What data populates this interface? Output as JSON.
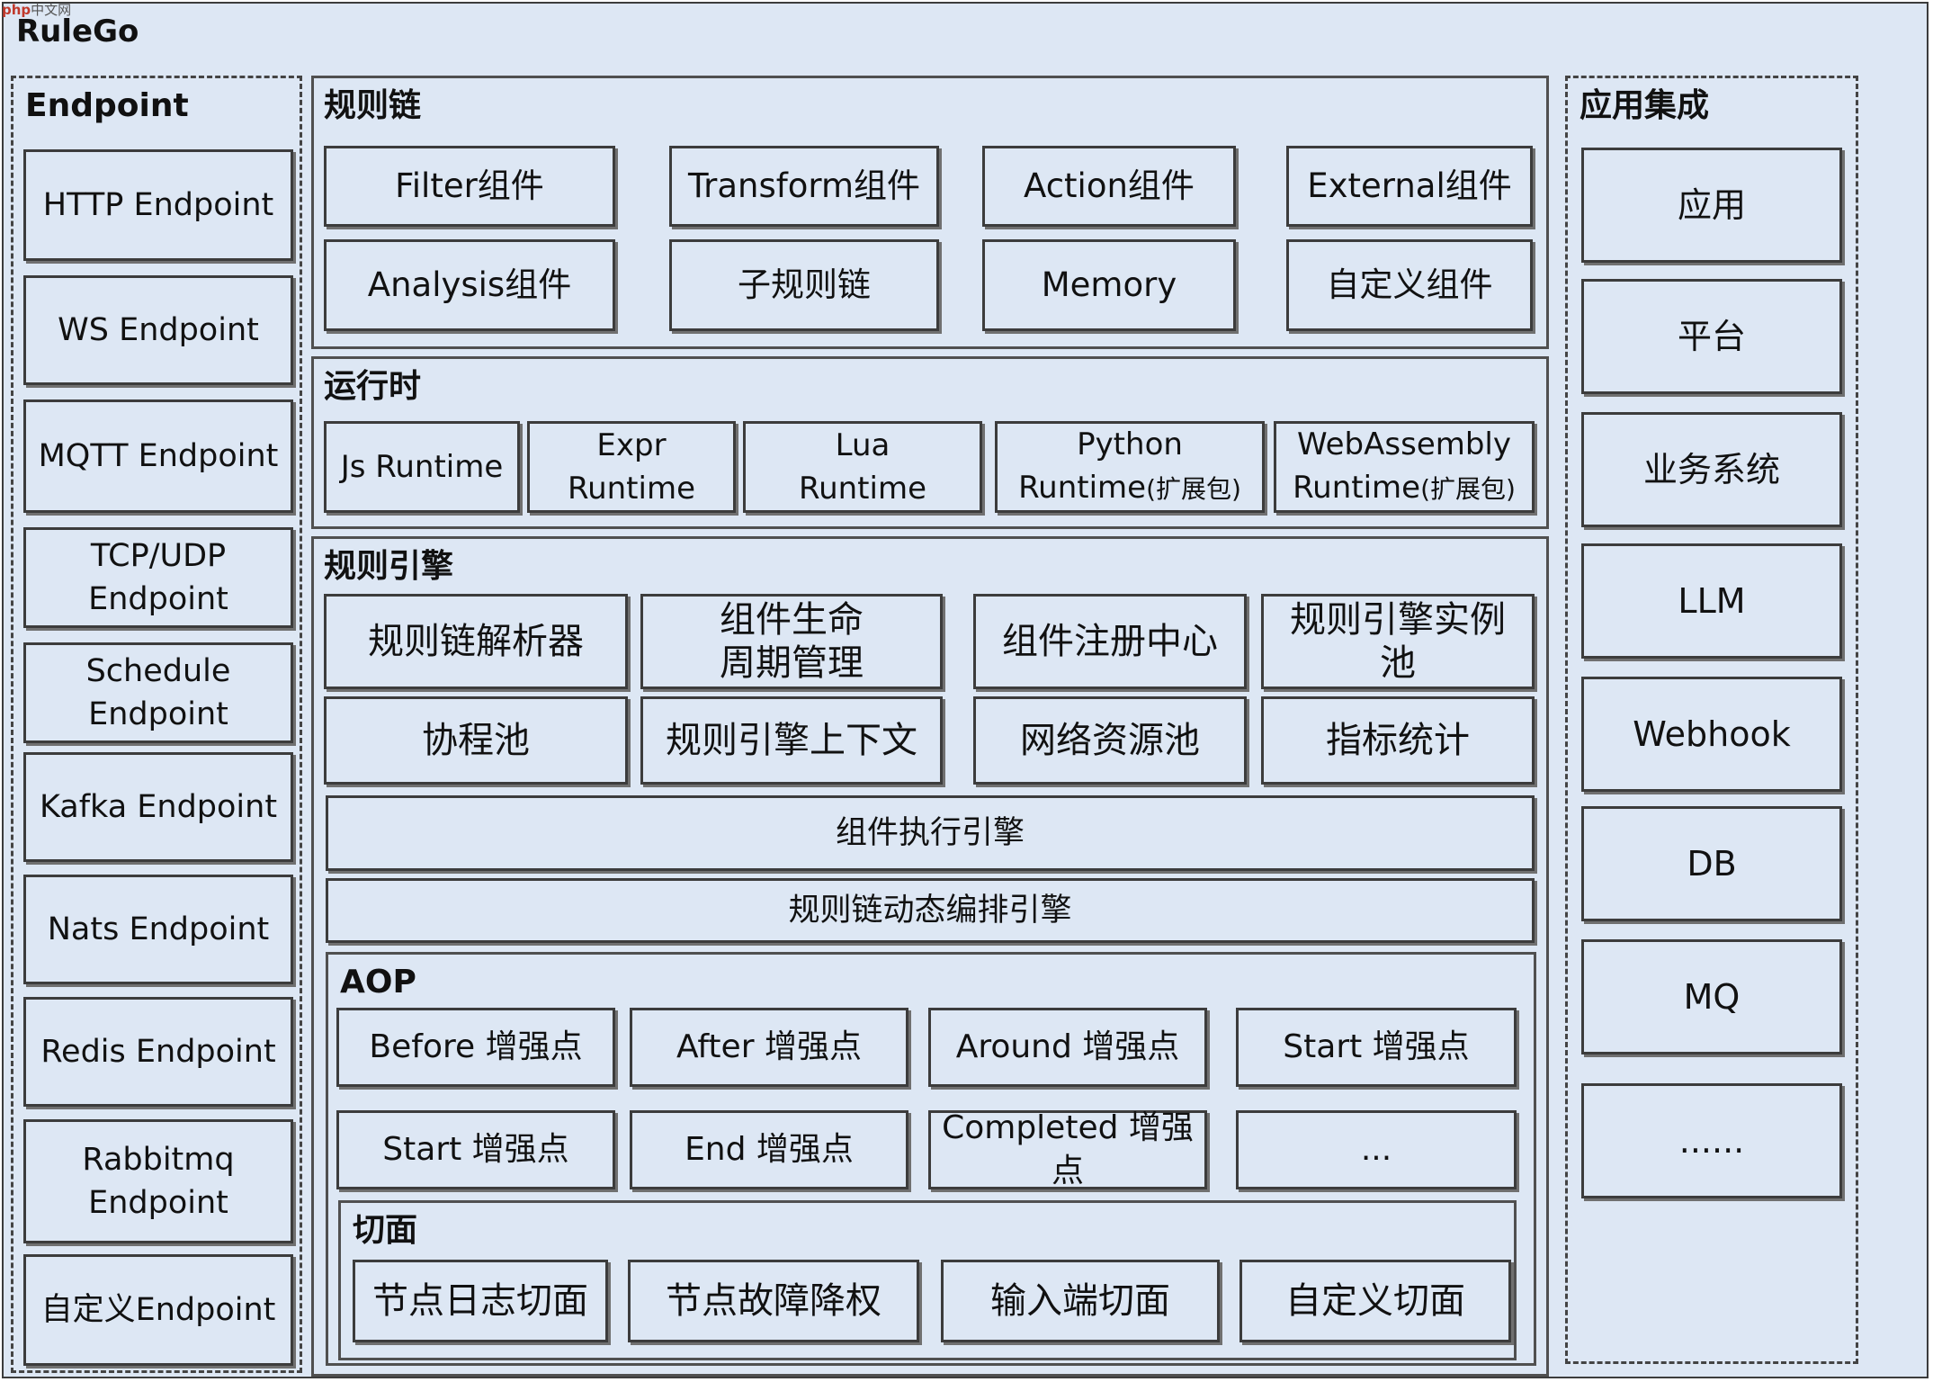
{
  "watermark": {
    "site": "php",
    "cn": "中文网"
  },
  "title": "RuleGo",
  "endpoint": {
    "title": "Endpoint",
    "items": [
      [
        "HTTP Endpoint"
      ],
      [
        "WS Endpoint"
      ],
      [
        "MQTT Endpoint"
      ],
      [
        "TCP/UDP",
        "Endpoint"
      ],
      [
        "Schedule",
        "Endpoint"
      ],
      [
        "Kafka Endpoint"
      ],
      [
        "Nats Endpoint"
      ],
      [
        "Redis Endpoint"
      ],
      [
        "Rabbitmq",
        "Endpoint"
      ],
      [
        "自定义Endpoint"
      ]
    ]
  },
  "rule_chain": {
    "title": "规则链",
    "items": [
      "Filter组件",
      "Transform组件",
      "Action组件",
      "External组件",
      "Analysis组件",
      "子规则链",
      "Memory",
      "自定义组件"
    ]
  },
  "runtime": {
    "title": "运行时",
    "items": [
      [
        "Js Runtime"
      ],
      [
        "Expr",
        "Runtime"
      ],
      [
        "Lua",
        "Runtime"
      ],
      [
        "Python",
        "Runtime",
        "(扩展包)"
      ],
      [
        "WebAssembly",
        "Runtime",
        "(扩展包)"
      ]
    ]
  },
  "engine": {
    "title": "规则引擎",
    "items": [
      [
        "规则链解析器"
      ],
      [
        "组件生命",
        "周期管理"
      ],
      [
        "组件注册中心"
      ],
      [
        "规则引擎实例",
        "池"
      ],
      [
        "协程池"
      ],
      [
        "规则引擎上下文"
      ],
      [
        "网络资源池"
      ],
      [
        "指标统计"
      ]
    ],
    "executor": "组件执行引擎",
    "orchestrator": "规则链动态编排引擎"
  },
  "aop": {
    "title": "AOP",
    "points": [
      [
        "Before 增强点"
      ],
      [
        "After 增强点"
      ],
      [
        "Around 增强点"
      ],
      [
        "Start 增强点"
      ],
      [
        "Start 增强点"
      ],
      [
        "End 增强点"
      ],
      [
        "Completed 增强",
        "点"
      ],
      [
        "..."
      ]
    ],
    "aspect": {
      "title": "切面",
      "items": [
        "节点日志切面",
        "节点故障降权",
        "输入端切面",
        "自定义切面"
      ]
    }
  },
  "integration": {
    "title": "应用集成",
    "items": [
      "应用",
      "平台",
      "业务系统",
      "LLM",
      "Webhook",
      "DB",
      "MQ",
      "......"
    ]
  }
}
